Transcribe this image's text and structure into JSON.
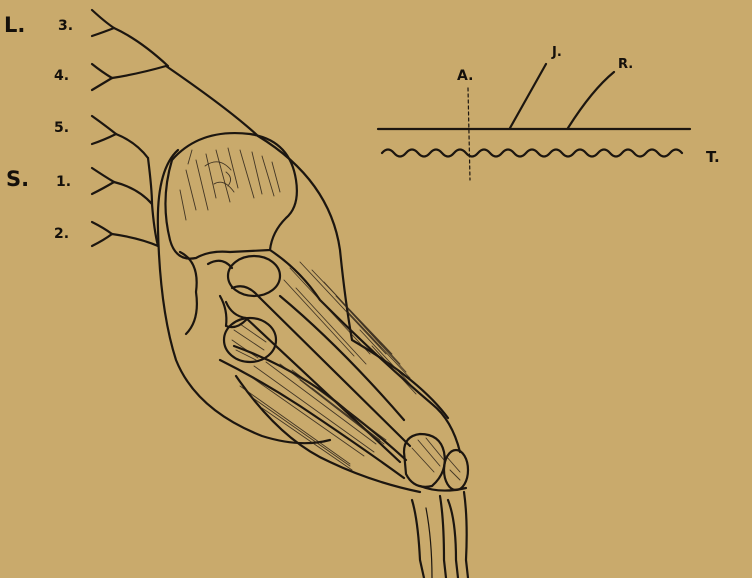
{
  "labels": {
    "lumbar_prefix": "L.",
    "sacral_prefix": "S.",
    "n_l3": "3.",
    "n_l4": "4.",
    "n_l5": "5.",
    "n_s1": "1.",
    "n_s2": "2.",
    "inset_a": "A.",
    "inset_j": "J.",
    "inset_r": "R.",
    "inset_t": "T."
  },
  "colors": {
    "paper": "#c9aa6c",
    "ink": "#1c1610"
  }
}
